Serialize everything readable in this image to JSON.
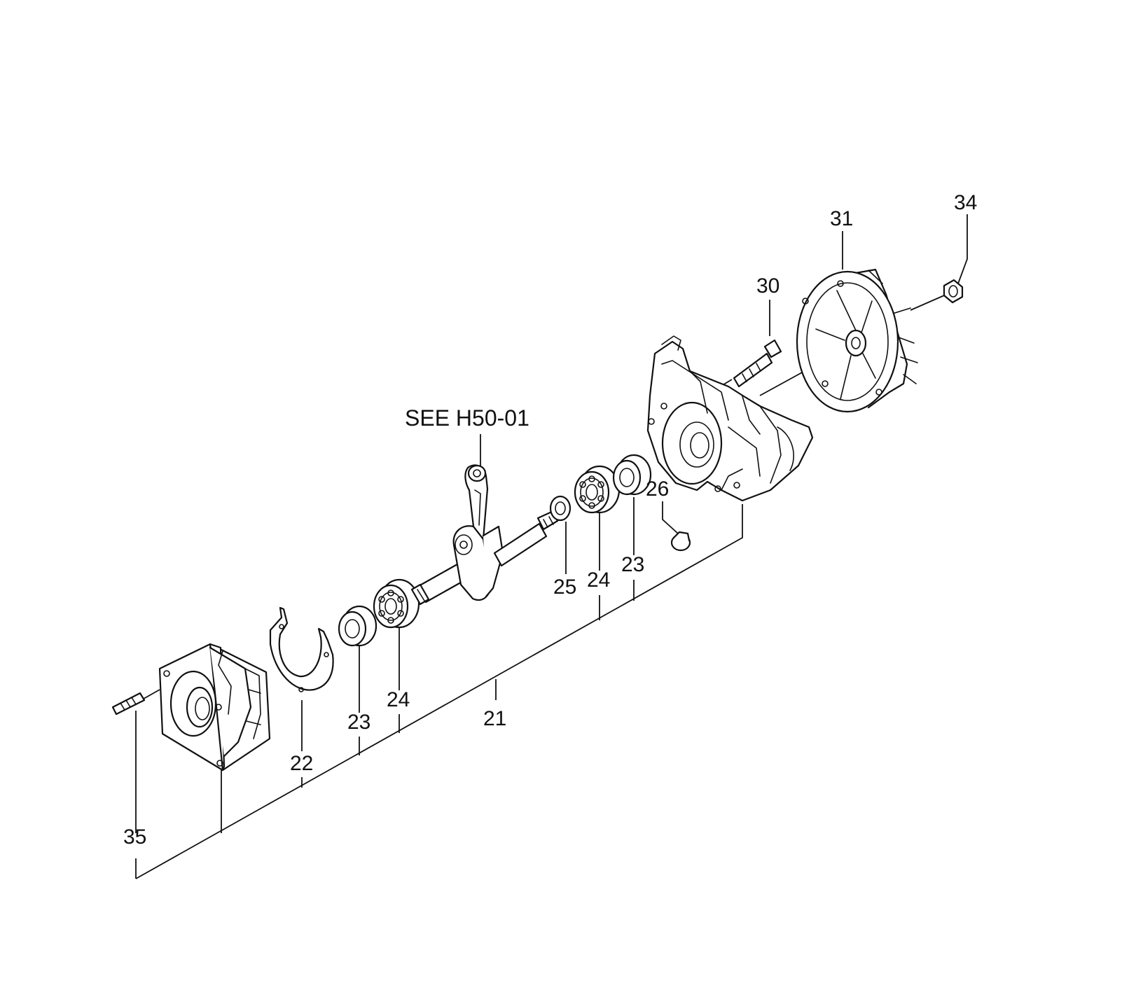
{
  "diagram": {
    "reference_note": "SEE H50-01",
    "callouts": {
      "c21": "21",
      "c22": "22",
      "c23a": "23",
      "c23b": "23",
      "c24a": "24",
      "c24b": "24",
      "c25": "25",
      "c26": "26",
      "c30": "30",
      "c31": "31",
      "c34": "34",
      "c35": "35"
    },
    "parts": [
      {
        "callout": "21",
        "name": "crankcase-assembly"
      },
      {
        "callout": "22",
        "name": "gasket"
      },
      {
        "callout": "23",
        "name": "oil-seal"
      },
      {
        "callout": "24",
        "name": "ball-bearing"
      },
      {
        "callout": "25",
        "name": "washer"
      },
      {
        "callout": "26",
        "name": "plug"
      },
      {
        "callout": "30",
        "name": "bolt"
      },
      {
        "callout": "31",
        "name": "flywheel"
      },
      {
        "callout": "34",
        "name": "nut"
      },
      {
        "callout": "35",
        "name": "stud-bolt"
      }
    ]
  }
}
